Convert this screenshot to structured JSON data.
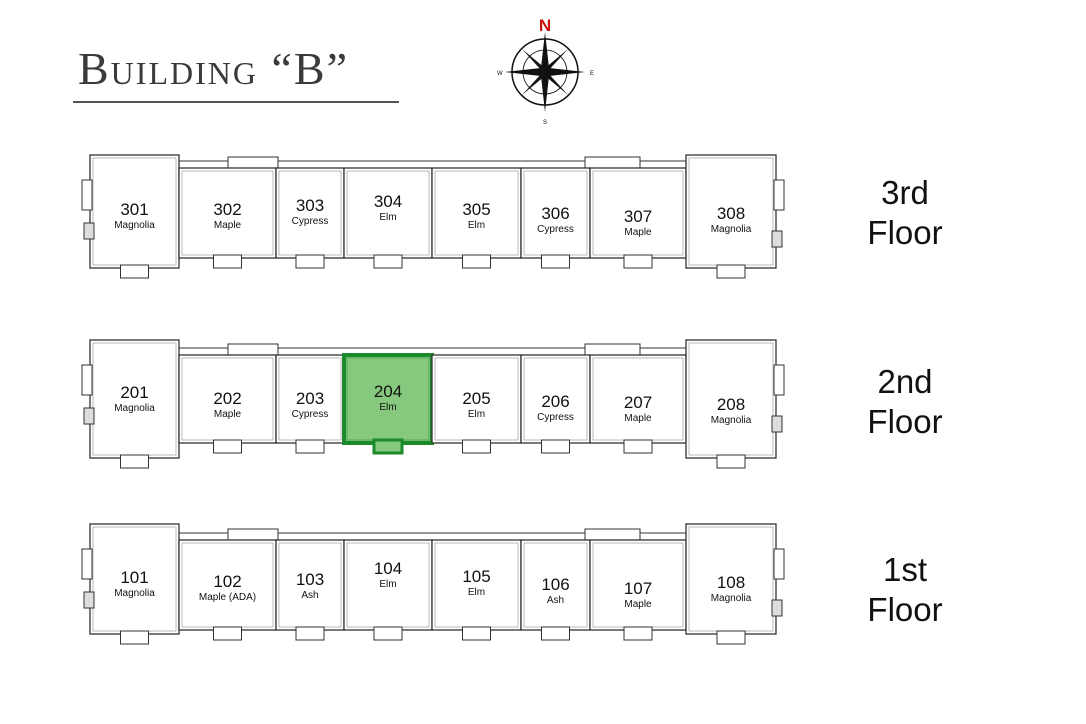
{
  "title": "Building “B”",
  "compass": {
    "north": "N",
    "south": "S",
    "east": "E",
    "west": "W",
    "north_color": "#cc1111"
  },
  "highlight_color": "#86c97e",
  "highlight_stroke": "#1a8a2a",
  "floors": [
    {
      "label_line1": "3rd",
      "label_line2": "Floor",
      "units": [
        {
          "number": "301",
          "type": "Magnolia"
        },
        {
          "number": "302",
          "type": "Maple"
        },
        {
          "number": "303",
          "type": "Cypress"
        },
        {
          "number": "304",
          "type": "Elm"
        },
        {
          "number": "305",
          "type": "Elm"
        },
        {
          "number": "306",
          "type": "Cypress"
        },
        {
          "number": "307",
          "type": "Maple"
        },
        {
          "number": "308",
          "type": "Magnolia"
        }
      ]
    },
    {
      "label_line1": "2nd",
      "label_line2": "Floor",
      "units": [
        {
          "number": "201",
          "type": "Magnolia"
        },
        {
          "number": "202",
          "type": "Maple"
        },
        {
          "number": "203",
          "type": "Cypress"
        },
        {
          "number": "204",
          "type": "Elm",
          "highlighted": true
        },
        {
          "number": "205",
          "type": "Elm"
        },
        {
          "number": "206",
          "type": "Cypress"
        },
        {
          "number": "207",
          "type": "Maple"
        },
        {
          "number": "208",
          "type": "Magnolia"
        }
      ]
    },
    {
      "label_line1": "1st",
      "label_line2": "Floor",
      "units": [
        {
          "number": "101",
          "type": "Magnolia"
        },
        {
          "number": "102",
          "type": "Maple (ADA)"
        },
        {
          "number": "103",
          "type": "Ash"
        },
        {
          "number": "104",
          "type": "Elm"
        },
        {
          "number": "105",
          "type": "Elm"
        },
        {
          "number": "106",
          "type": "Ash"
        },
        {
          "number": "107",
          "type": "Maple"
        },
        {
          "number": "108",
          "type": "Magnolia"
        }
      ]
    }
  ]
}
